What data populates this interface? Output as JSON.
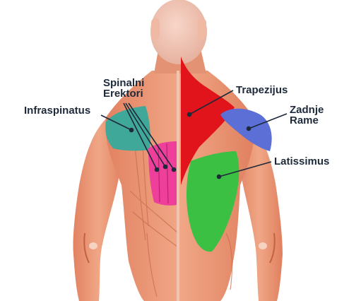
{
  "labels": {
    "spinal_erectors_line1": "Spinalni",
    "spinal_erectors_line2": "Erektori",
    "infraspinatus": "Infraspinatus",
    "trapezius": "Trapezijus",
    "rear_delt_line1": "Zadnje",
    "rear_delt_line2": "Rame",
    "latissimus": "Latissimus"
  },
  "highlight_colors": {
    "trapezius": "#e0141a",
    "infraspinatus": "#3fa898",
    "rear_deltoid": "#5b6fd6",
    "latissimus": "#3cc043",
    "spinal_erectors": "#ee3f9a"
  },
  "label_text_color": "#1e2a3a",
  "pointer_line_color": "#1e2a3a"
}
